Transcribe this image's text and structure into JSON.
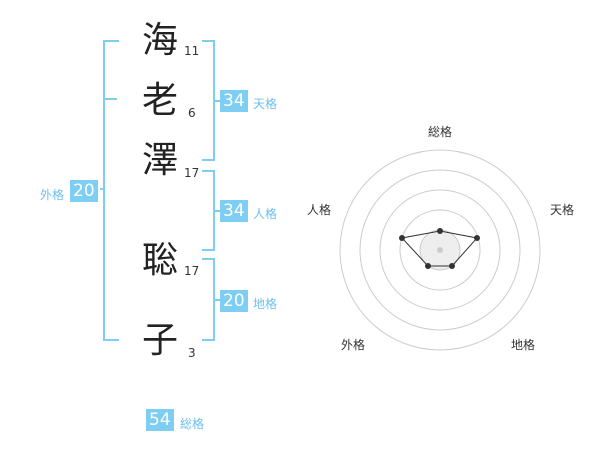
{
  "name": {
    "characters": [
      {
        "char": "海",
        "strokes": "11"
      },
      {
        "char": "老",
        "strokes": "6"
      },
      {
        "char": "澤",
        "strokes": "17"
      },
      {
        "char": "聡",
        "strokes": "17"
      },
      {
        "char": "子",
        "strokes": "3"
      }
    ]
  },
  "kakusu": {
    "tenkaku": {
      "label": "天格",
      "value": "34"
    },
    "jinkaku": {
      "label": "人格",
      "value": "34"
    },
    "chikaku": {
      "label": "地格",
      "value": "20"
    },
    "gaikaku": {
      "label": "外格",
      "value": "20"
    },
    "soukaku": {
      "label": "総格",
      "value": "54"
    }
  },
  "radar": {
    "axes": [
      "総格",
      "天格",
      "地格",
      "外格",
      "人格"
    ]
  },
  "colors": {
    "accent": "#7ecef4",
    "label": "#6cc0ee"
  }
}
